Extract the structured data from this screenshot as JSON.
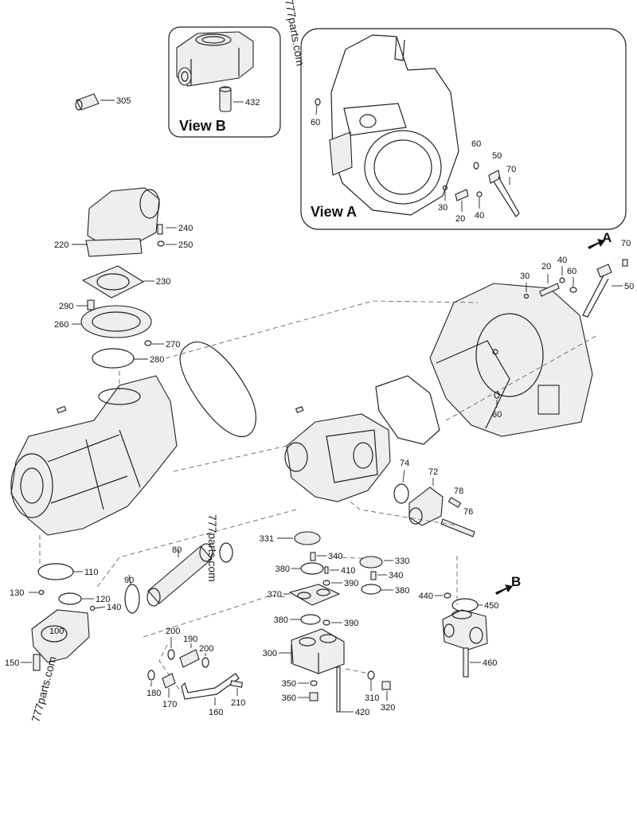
{
  "views": {
    "a_label": "View A",
    "b_label": "View B"
  },
  "arrows": {
    "a": "A",
    "b": "B"
  },
  "watermark": "777parts.com",
  "callouts": {
    "c20a": "20",
    "c20b": "20",
    "c30a": "30",
    "c30b": "30",
    "c40a": "40",
    "c40b": "40",
    "c50a": "50",
    "c50b": "50",
    "c60a": "60",
    "c60b": "60",
    "c60c": "60",
    "c70a": "70",
    "c70b": "70",
    "c72": "72",
    "c74": "74",
    "c76": "76",
    "c78": "78",
    "c80": "80",
    "c90": "90",
    "c100": "100",
    "c110": "110",
    "c120": "120",
    "c130": "130",
    "c140": "140",
    "c150": "150",
    "c160": "160",
    "c170": "170",
    "c180": "180",
    "c190": "190",
    "c200a": "200",
    "c200b": "200",
    "c210": "210",
    "c220": "220",
    "c230": "230",
    "c240": "240",
    "c250": "250",
    "c260": "260",
    "c270": "270",
    "c280": "280",
    "c290": "290",
    "c300": "300",
    "c305": "305",
    "c310": "310",
    "c320": "320",
    "c330": "330",
    "c331": "331",
    "c340a": "340",
    "c340b": "340",
    "c350": "350",
    "c360": "360",
    "c370": "370",
    "c380a": "380",
    "c380b": "380",
    "c380c": "380",
    "c390a": "390",
    "c390b": "390",
    "c410": "410",
    "c420": "420",
    "c432": "432",
    "c440": "440",
    "c450": "450",
    "c460": "460"
  }
}
